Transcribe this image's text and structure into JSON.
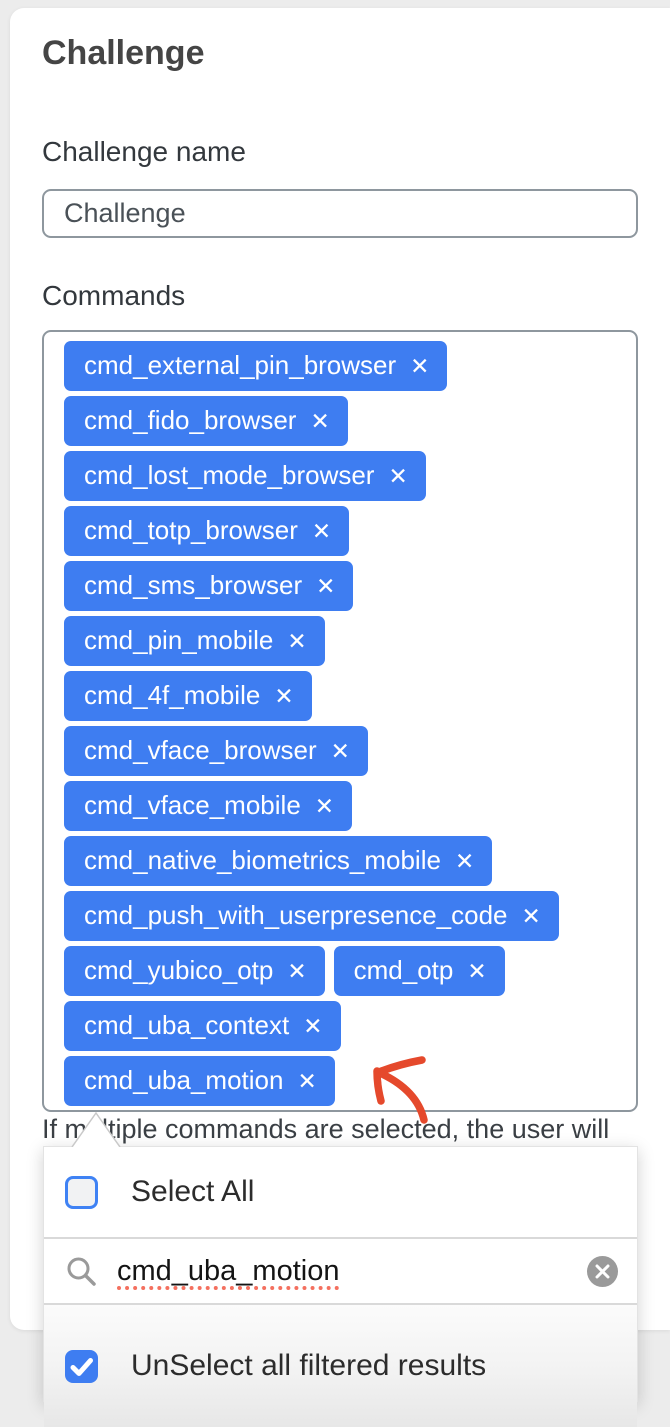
{
  "page": {
    "title": "Challenge"
  },
  "form": {
    "name_label": "Challenge name",
    "name_value": "Challenge",
    "commands_label": "Commands",
    "note": "If multiple commands are selected, the user will"
  },
  "commands": {
    "remove_symbol": "✕",
    "rows": [
      [
        "cmd_external_pin_browser"
      ],
      [
        "cmd_fido_browser"
      ],
      [
        "cmd_lost_mode_browser"
      ],
      [
        "cmd_totp_browser"
      ],
      [
        "cmd_sms_browser"
      ],
      [
        "cmd_pin_mobile"
      ],
      [
        "cmd_4f_mobile"
      ],
      [
        "cmd_vface_browser"
      ],
      [
        "cmd_vface_mobile"
      ],
      [
        "cmd_native_biometrics_mobile"
      ],
      [
        "cmd_push_with_userpresence_code"
      ],
      [
        "cmd_yubico_otp",
        "cmd_otp"
      ],
      [
        "cmd_uba_context"
      ],
      [
        "cmd_uba_motion"
      ]
    ]
  },
  "dropdown": {
    "select_all": {
      "label": "Select All",
      "checked": false
    },
    "search": {
      "value": "cmd_uba_motion"
    },
    "unselect_filtered": {
      "label": "UnSelect all filtered results",
      "checked": true
    }
  },
  "colors": {
    "chip_blue": "#3e7df1",
    "checkbox_blue": "#3f82f4",
    "annotation_red": "#e5492c",
    "spellcheck_red": "#f4705f",
    "border_gray": "#8e979e",
    "page_background": "#ececec"
  }
}
